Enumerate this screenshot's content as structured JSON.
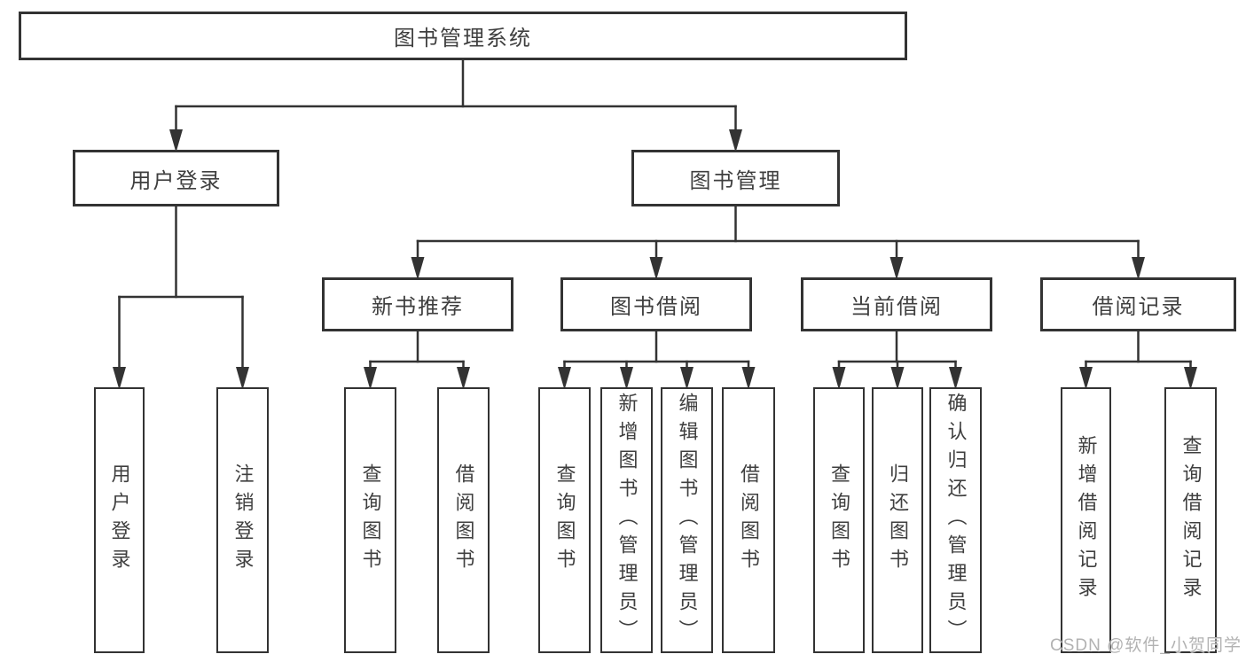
{
  "title": "图书管理系统",
  "watermark": "CSDN @软件_小贺同学",
  "colors": {
    "line": "#333333",
    "box_border": "#333333",
    "box_background": "#ffffff",
    "text": "#3f3f3f",
    "watermark": "#b2b2b2"
  },
  "nodes": [
    {
      "id": "root",
      "label": "图书管理系统",
      "orient": "h"
    },
    {
      "id": "user-login",
      "label": "用户登录",
      "orient": "h"
    },
    {
      "id": "book-mgmt",
      "label": "图书管理",
      "orient": "h"
    },
    {
      "id": "new-book-rec",
      "label": "新书推荐",
      "orient": "h"
    },
    {
      "id": "book-borrow",
      "label": "图书借阅",
      "orient": "h"
    },
    {
      "id": "current-borrow",
      "label": "当前借阅",
      "orient": "h"
    },
    {
      "id": "borrow-record",
      "label": "借阅记录",
      "orient": "h"
    },
    {
      "id": "login",
      "label": "用户登录",
      "orient": "v"
    },
    {
      "id": "logout",
      "label": "注销登录",
      "orient": "v"
    },
    {
      "id": "rec-query-book",
      "label": "查询图书",
      "orient": "v"
    },
    {
      "id": "rec-borrow-book",
      "label": "借阅图书",
      "orient": "v"
    },
    {
      "id": "bb-query-book",
      "label": "查询图书",
      "orient": "v"
    },
    {
      "id": "bb-add-book",
      "label": "新增图书（管理员）",
      "orient": "v"
    },
    {
      "id": "bb-edit-book",
      "label": "编辑图书（管理员）",
      "orient": "v"
    },
    {
      "id": "bb-borrow-book",
      "label": "借阅图书",
      "orient": "v"
    },
    {
      "id": "cb-query-book",
      "label": "查询图书",
      "orient": "v"
    },
    {
      "id": "cb-return-book",
      "label": "归还图书",
      "orient": "v"
    },
    {
      "id": "cb-confirm-return",
      "label": "确认归还（管理员）",
      "orient": "v"
    },
    {
      "id": "br-add-record",
      "label": "新增借阅记录",
      "orient": "v"
    },
    {
      "id": "br-query-record",
      "label": "查询借阅记录",
      "orient": "v"
    }
  ],
  "hierarchy": [
    {
      "parent": "root",
      "children": [
        "user-login",
        "book-mgmt"
      ]
    },
    {
      "parent": "user-login",
      "children": [
        "login",
        "logout"
      ]
    },
    {
      "parent": "book-mgmt",
      "children": [
        "new-book-rec",
        "book-borrow",
        "current-borrow",
        "borrow-record"
      ]
    },
    {
      "parent": "new-book-rec",
      "children": [
        "rec-query-book",
        "rec-borrow-book"
      ]
    },
    {
      "parent": "book-borrow",
      "children": [
        "bb-query-book",
        "bb-add-book",
        "bb-edit-book",
        "bb-borrow-book"
      ]
    },
    {
      "parent": "current-borrow",
      "children": [
        "cb-query-book",
        "cb-return-book",
        "cb-confirm-return"
      ]
    },
    {
      "parent": "borrow-record",
      "children": [
        "br-add-record",
        "br-query-record"
      ]
    }
  ]
}
